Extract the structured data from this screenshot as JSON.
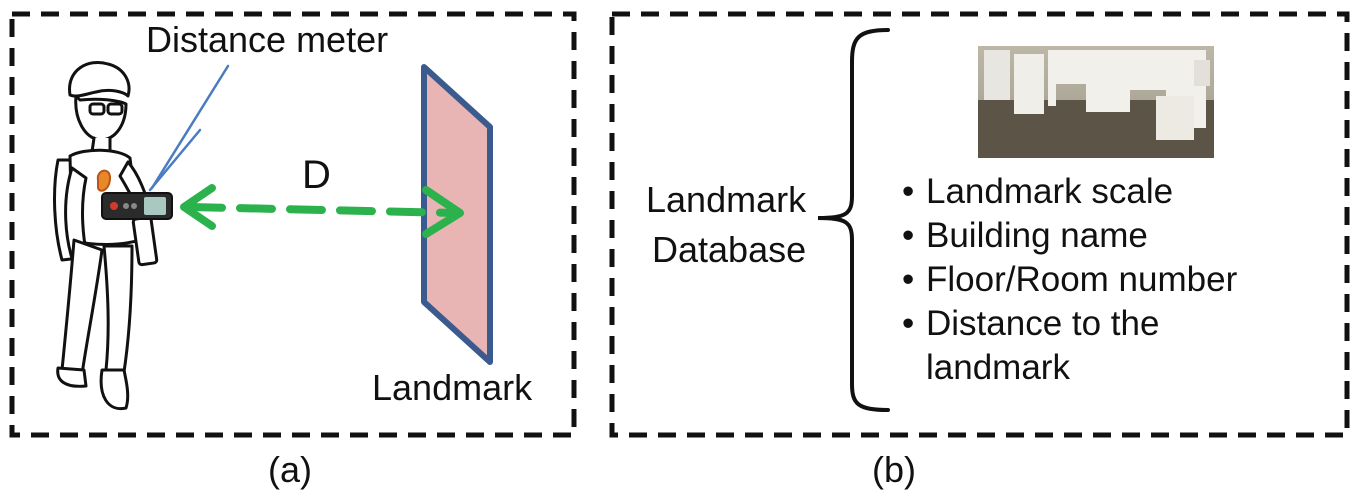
{
  "panel_a": {
    "caption": "(a)",
    "device_label": "Distance meter",
    "distance_label": "D",
    "landmark_label": "Landmark"
  },
  "panel_b": {
    "caption": "(b)",
    "database_label_line1": "Landmark",
    "database_label_line2": "Database",
    "attributes": [
      "Landmark scale",
      "Building name",
      "Floor/Room number",
      "Distance to the landmark"
    ]
  },
  "colors": {
    "frame": "#111111",
    "arrow": "#2bb24c",
    "pointer": "#4a7cc0",
    "landmark_fill": "#e8b4b4",
    "landmark_edge": "#3b5b8f"
  }
}
